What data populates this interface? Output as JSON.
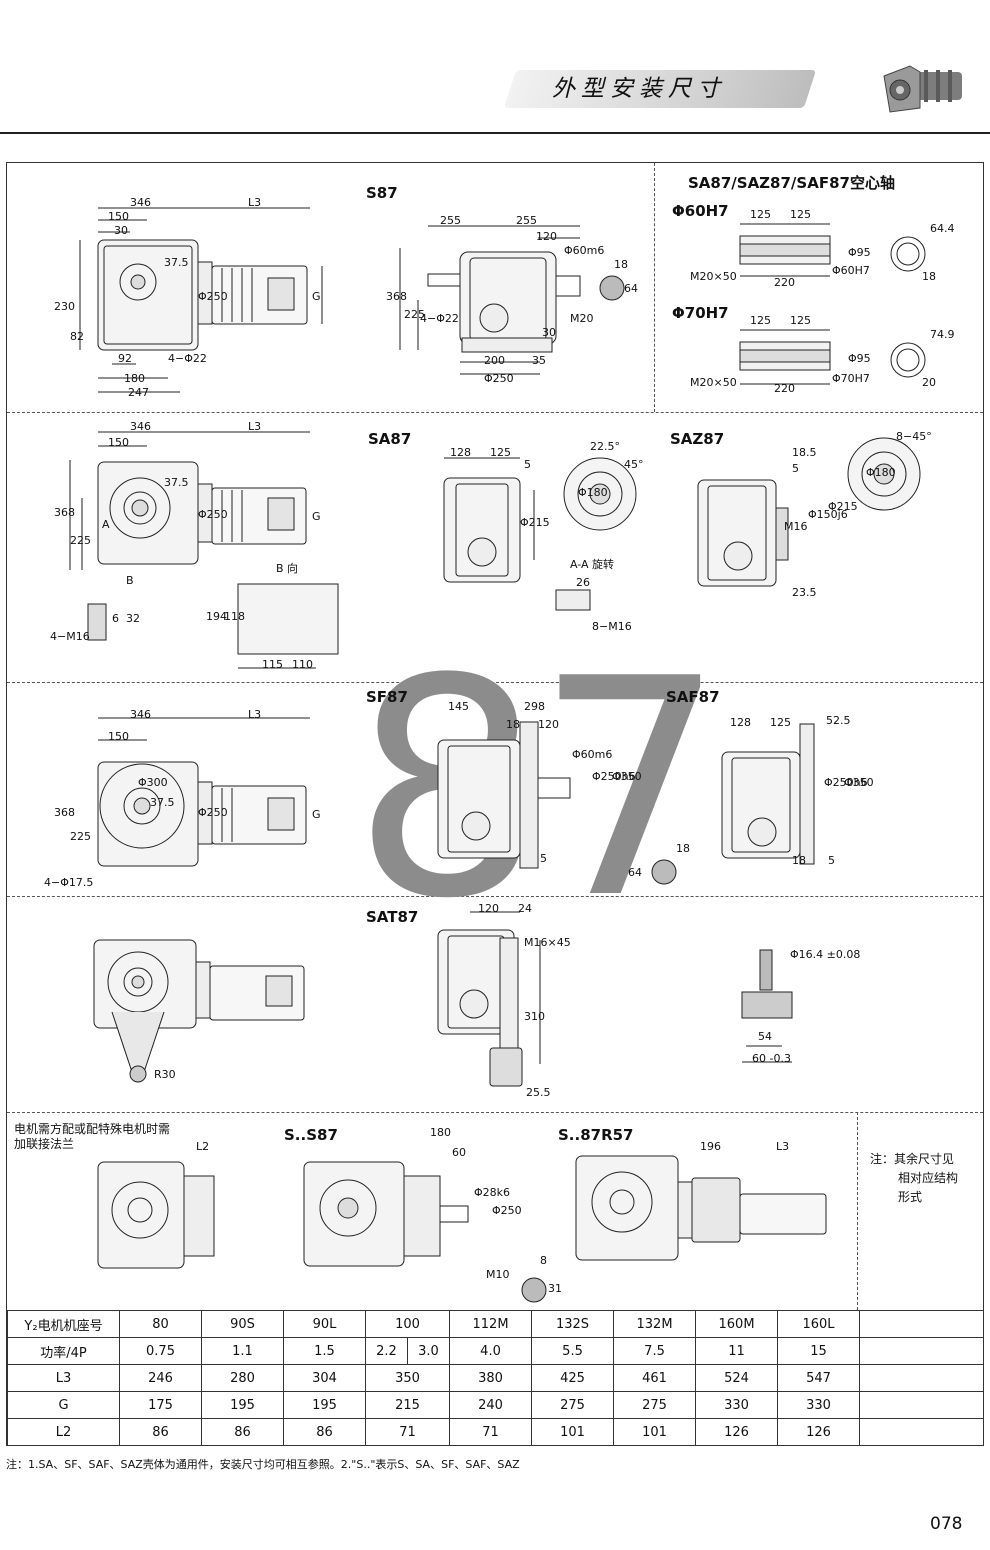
{
  "header": {
    "title": "外型安装尺寸"
  },
  "sections": {
    "s87": {
      "title": "S87"
    },
    "hollow": {
      "title": "SA87/SAZ87/SAF87空心轴",
      "sub1": "Φ60H7",
      "sub2": "Φ70H7"
    },
    "sa87": {
      "title": "SA87",
      "view_b": "B 向",
      "view_aa": "A-A 旋转",
      "mark_b": "B",
      "mark_a": "A"
    },
    "saz87": {
      "title": "SAZ87"
    },
    "sf87": {
      "title": "SF87"
    },
    "saf87": {
      "title": "SAF87"
    },
    "sat87": {
      "title": "SAT87"
    },
    "ss87": {
      "title": "S..S87"
    },
    "s87r57": {
      "title": "S..87R57"
    }
  },
  "watermark": "87",
  "dims": {
    "d346": "346",
    "dL3": "L3",
    "d150": "150",
    "d30": "30",
    "d37_5": "37.5",
    "d230": "230",
    "d82": "82",
    "d250": "Φ250",
    "dG": "G",
    "d92": "92",
    "d4phi22": "4−Φ22",
    "d180": "180",
    "d247": "247",
    "d255": "255",
    "d120": "120",
    "d60m6": "Φ60m6",
    "d18": "18",
    "d64": "64",
    "d368": "368",
    "d225": "225",
    "dM20": "M20",
    "d200": "200",
    "d35": "35",
    "h125": "125",
    "h95": "Φ95",
    "h60H7": "Φ60H7",
    "h70H7": "Φ70H7",
    "h64_4": "64.4",
    "h74_9": "74.9",
    "hM20x50": "M20×50",
    "h220": "220",
    "h20": "20",
    "a128": "128",
    "a5": "5",
    "a215": "Φ215",
    "a22_5": "22.5°",
    "a45": "45°",
    "a180": "Φ180",
    "a26": "26",
    "a8M16": "8−M16",
    "a4M16": "4−M16",
    "a6": "6",
    "a32": "32",
    "a194": "194",
    "a118": "118",
    "a115": "115",
    "a110": "110",
    "z18_5": "18.5",
    "zM16": "M16",
    "z150j6": "Φ150j6",
    "z23_5": "23.5",
    "z8_45": "8−45°",
    "f145": "145",
    "f298": "298",
    "f300": "Φ300",
    "f250h6": "Φ250h6",
    "f350": "Φ350",
    "f4phi17_5": "4−Φ17.5",
    "f52_5": "52.5",
    "t24": "24",
    "tM16x45": "M16×45",
    "t310": "310",
    "t25_5": "25.5",
    "tR30": "R30",
    "t16_4": "Φ16.4 ±0.08",
    "t54": "54",
    "t60": "60 -0.3",
    "s60": "60",
    "s28k6": "Φ28k6",
    "sM10": "M10",
    "s8": "8",
    "s31": "31",
    "s196": "196",
    "sL2": "L2"
  },
  "side_text": {
    "line1": "电机需方配或配特殊电机时需",
    "line2": "加联接法兰"
  },
  "side_note": {
    "line1": "注：其余尺寸见",
    "line2": "相对应结构",
    "line3": "形式"
  },
  "table": {
    "rows": [
      {
        "label": "Y₂电机机座号",
        "cells": [
          "80",
          "90S",
          "90L",
          "100",
          "112M",
          "132S",
          "132M",
          "160M",
          "160L"
        ]
      },
      {
        "label": "功率/4P",
        "cells": [
          "0.75",
          "1.1",
          "1.5",
          "2.2",
          "3.0",
          "4.0",
          "5.5",
          "7.5",
          "11",
          "15"
        ]
      },
      {
        "label": "L3",
        "cells": [
          "246",
          "280",
          "304",
          "350",
          "380",
          "425",
          "461",
          "524",
          "547"
        ]
      },
      {
        "label": "G",
        "cells": [
          "175",
          "195",
          "195",
          "215",
          "240",
          "275",
          "275",
          "330",
          "330"
        ]
      },
      {
        "label": "L2",
        "cells": [
          "86",
          "86",
          "86",
          "71",
          "71",
          "101",
          "101",
          "126",
          "126"
        ]
      }
    ]
  },
  "footnote": "注：1.SA、SF、SAF、SAZ壳体为通用件，安装尺寸均可相互参照。2.\"S..\"表示S、SA、SF、SAF、SAZ",
  "page_number": "078"
}
